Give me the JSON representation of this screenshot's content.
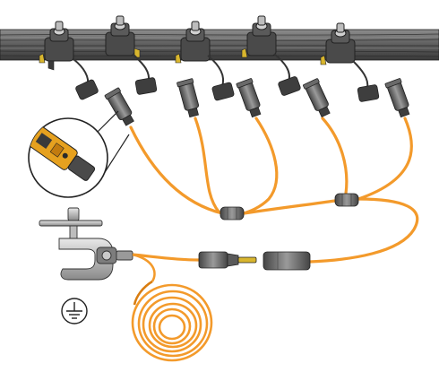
{
  "diagram": {
    "colors": {
      "cable": "#f39a2b",
      "cable_dark": "#d97d10",
      "conductor": "#5d5d5d",
      "conductor_dark": "#3a3a3a",
      "conductor_light": "#8c8c8c",
      "clamp_body": "#4a4a4a",
      "connector_body": "#585858",
      "connector_light": "#9a9a9a",
      "pin": "#d9b62e",
      "ground_clamp": "#c9c9c9",
      "ground_clamp_dark": "#7d7d7d",
      "outline": "#222222"
    },
    "icons": [
      "overhead-conductor-bundle",
      "insulation-piercing-clamp",
      "earthing-connector",
      "cable-splice-sleeve",
      "in-line-plug-connector",
      "earth-clamp",
      "ground-symbol",
      "coiled-cable",
      "magnifier-detail"
    ],
    "piercing_clamps": 5,
    "drop_connectors": 5,
    "splice_sleeves": 2
  }
}
